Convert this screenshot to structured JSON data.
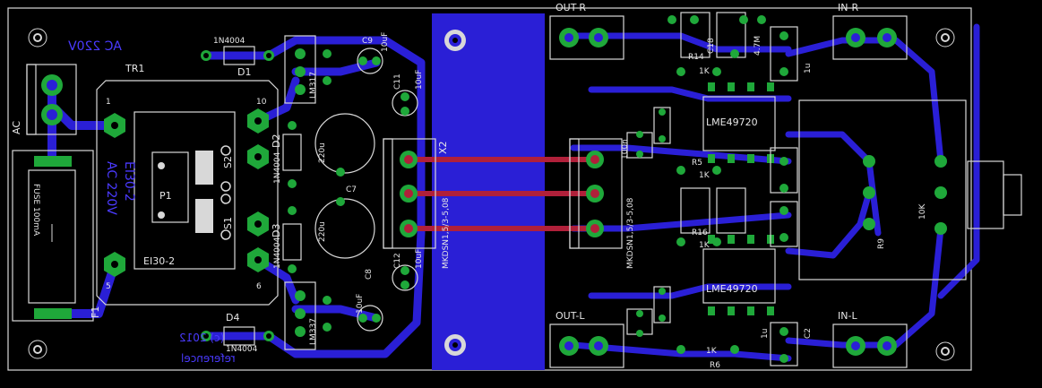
{
  "board": {
    "colors": {
      "background": "#000000",
      "outline": "#d8d8d8",
      "trace": "#2a1fd6",
      "pad": "#1fa83a",
      "wire": "#b0203a"
    }
  },
  "labels": {
    "ac_voltage": "AC 220V",
    "tr1": "TR1",
    "ac": "AC",
    "fuse": "FUSE 100mA",
    "f1": "F1",
    "p1": "P1",
    "ei30_2_top": "EI30-2",
    "ac_220v_vertical": "AC 220V",
    "ei30_2": "EI30-2",
    "s1": "S1",
    "s2": "S2",
    "pin1": "1",
    "pin5": "5",
    "pin6": "6",
    "pin10": "10",
    "d1_type": "1N4004",
    "d1": "D1",
    "d2": "D2",
    "d2_type": "1N4004",
    "d3": "D3",
    "d3_type": "1N4004",
    "d4": "D4",
    "d4_type": "1N4004",
    "c9": "C9",
    "c9_val": "10uF",
    "c11": "C11",
    "c11_val": "10uF",
    "c7": "C7",
    "c7_top": "220u",
    "c7_bot": "220u",
    "c12": "C12",
    "c12_val": "10uF",
    "c8": "C8",
    "c8_val": "10uF",
    "reg_top": "LM317",
    "reg_bot": "LM337",
    "x2": "X2",
    "mkds_left": "MKDSN1,5/3-5,08",
    "mkds_right": "MKDSN1,5/3-5,08",
    "out_r": "OUT-R",
    "out_l": "OUT-L",
    "in_r": "IN-R",
    "in_l": "IN-L",
    "lme_top": "LME49720",
    "lme_bot": "LME49720",
    "r14": "R14",
    "r14_val": "1K",
    "r5": "R5",
    "r5_val": "1K",
    "r16": "R16",
    "r16_val": "1K",
    "r6": "R6",
    "r6_val": "1K",
    "r9": "R9",
    "r9_val": "10K",
    "c2": "C2",
    "c2_val": "1u",
    "c18": "C18",
    "c1u": "1u",
    "c100n": "100n",
    "c4_7m": "4.7M",
    "copyright": "(c) 2012",
    "reference": "referencel"
  }
}
